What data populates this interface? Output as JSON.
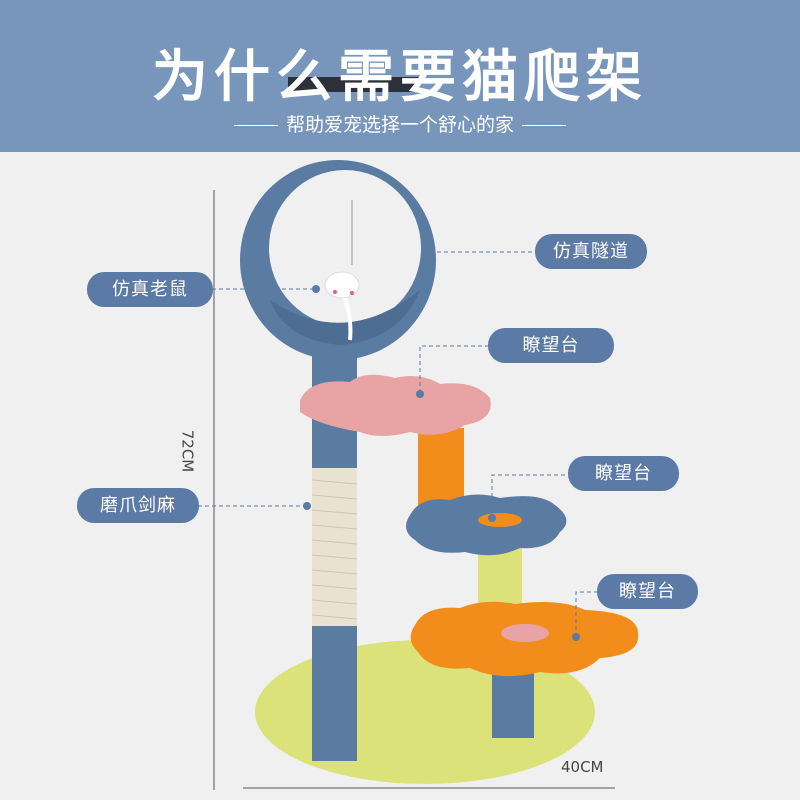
{
  "header": {
    "title": "为什么需要猫爬架",
    "subtitle": "帮助爱宠选择一个舒心的家"
  },
  "labels": {
    "mouse": "仿真老鼠",
    "tunnel": "仿真隧道",
    "platform_top": "瞭望台",
    "sisal": "磨爪剑麻",
    "platform_mid": "瞭望台",
    "platform_low": "瞭望台"
  },
  "dimensions": {
    "height": "72CM",
    "width": "40CM"
  },
  "colors": {
    "header": "#7895bc",
    "pill": "#5b7aa6",
    "blue": "#5a7ca3",
    "pink": "#e8a3a5",
    "orange": "#f28c1a",
    "yellow": "#dbe27a"
  }
}
